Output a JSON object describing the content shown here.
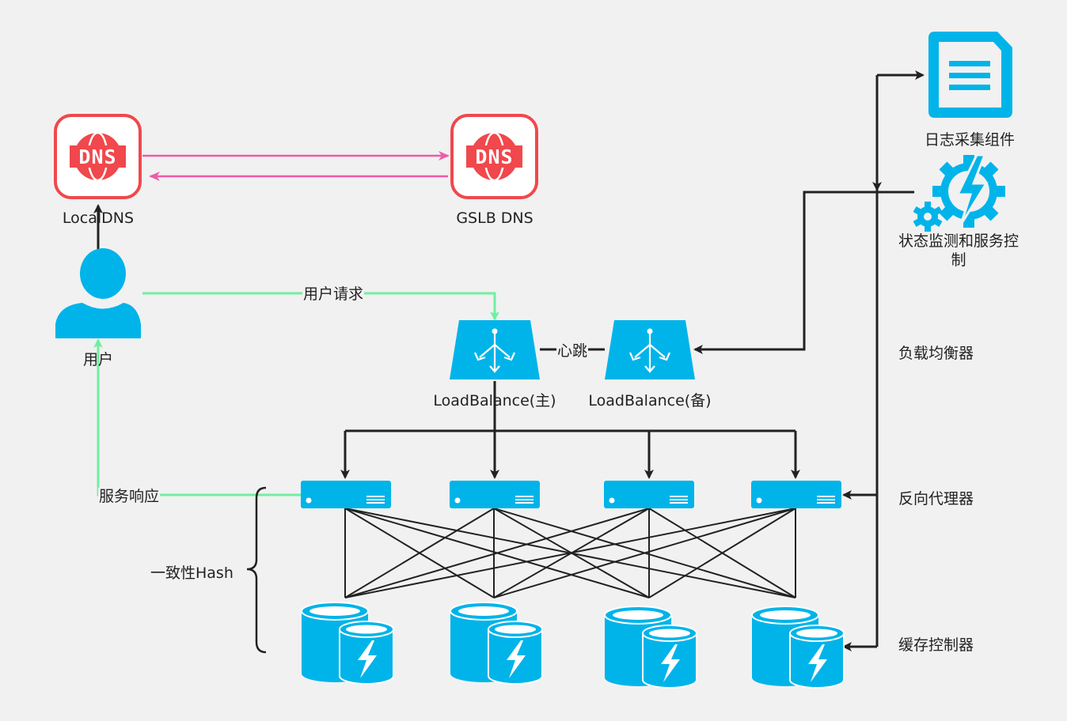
{
  "colors": {
    "background": "#f1f1f1",
    "dns_red": "#f0484c",
    "icon_blue": "#00b4e9",
    "flow_green": "#6ff0a0",
    "dns_pink": "#f05aa8",
    "line_dark": "#222222"
  },
  "nodes": {
    "local_dns": {
      "label": "LocalDNS",
      "icon": "dns-globe-icon",
      "icon_text": "DNS"
    },
    "gslb_dns": {
      "label": "GSLB DNS",
      "icon": "dns-globe-icon",
      "icon_text": "DNS"
    },
    "user": {
      "label": "用户",
      "icon": "user-icon"
    },
    "lb_master": {
      "label": "LoadBalance(主)",
      "icon": "load-balancer-icon"
    },
    "lb_backup": {
      "label": "LoadBalance(备)",
      "icon": "load-balancer-icon"
    },
    "log_collector": {
      "label": "日志采集组件",
      "icon": "document-icon"
    },
    "monitor": {
      "label": "状态监测和服务控制",
      "icon": "gears-lightning-icon"
    }
  },
  "edge_labels": {
    "user_request": "用户请求",
    "service_response": "服务响应",
    "heartbeat": "心跳",
    "consistent_hash": "一致性Hash"
  },
  "tiers": {
    "load_balancer": "负载均衡器",
    "reverse_proxy": "反向代理器",
    "cache_controller": "缓存控制器"
  },
  "proxies": [
    {
      "icon": "server-icon"
    },
    {
      "icon": "server-icon"
    },
    {
      "icon": "server-icon"
    },
    {
      "icon": "server-icon"
    }
  ],
  "caches": [
    {
      "icon": "database-lightning-icon"
    },
    {
      "icon": "database-lightning-icon"
    },
    {
      "icon": "database-lightning-icon"
    },
    {
      "icon": "database-lightning-icon"
    }
  ]
}
